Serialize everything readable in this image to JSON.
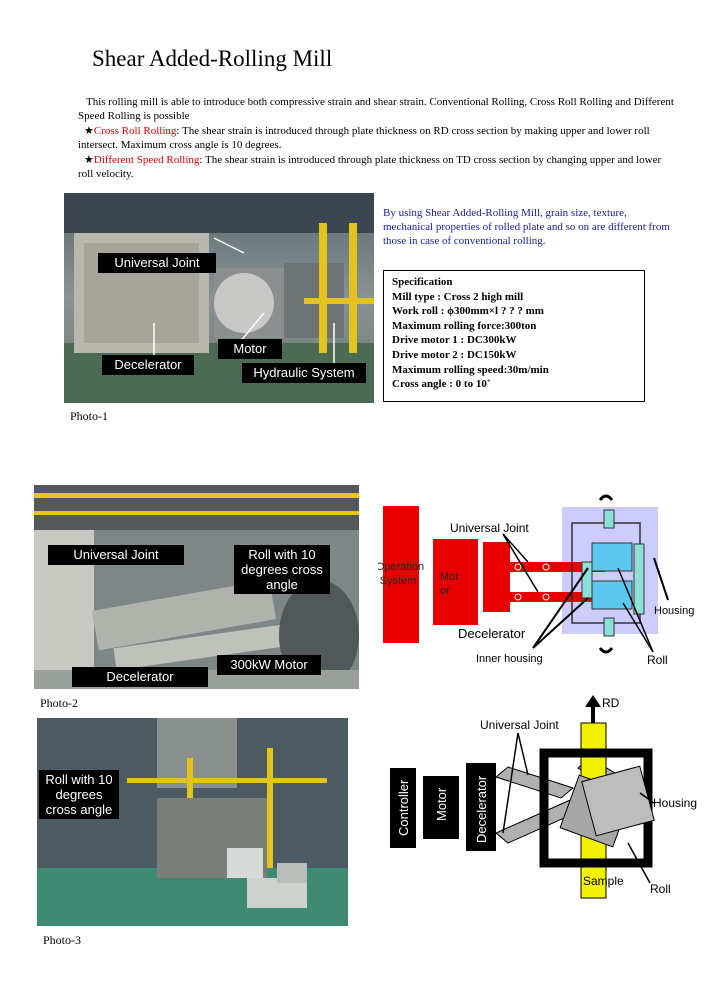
{
  "title": "Shear Added-Rolling Mill",
  "intro": "This rolling mill is able to introduce both compressive strain and shear strain.   Conventional Rolling, Cross Roll Rolling and Different Speed Rolling is possible",
  "cross_roll": {
    "star": "★",
    "term": "Cross Roll Rolling",
    "text": ": The shear strain is introduced through plate thickness on RD cross section by making upper and lower roll intersect.  Maximum cross angle is 10 degrees."
  },
  "diff_speed": {
    "star": "★",
    "term": "Different Speed Rolling",
    "text": ":  The shear strain is introduced through plate thickness on TD cross section by changing upper and lower roll velocity."
  },
  "side_note": "By using Shear Added-Rolling Mill, grain size, texture, mechanical properties of rolled plate and so on are different from those in case of conventional rolling.",
  "spec": {
    "heading": "Specification",
    "lines": [
      "Mill type : Cross 2 high mill",
      "Work roll : ϕ300mm×l ? ? ? mm",
      "Maximum rolling force:300ton",
      "Drive motor 1 : DC300kW",
      "Drive motor 2 : DC150kW",
      "Maximum rolling speed:30m/min",
      "Cross angle : 0 to 10˚"
    ]
  },
  "photo1": {
    "caption": "Photo-1",
    "labels": {
      "universal_joint": "Universal Joint",
      "decelerator": "Decelerator",
      "motor": "Motor",
      "hydraulic": "Hydraulic System"
    }
  },
  "photo2": {
    "caption": "Photo-2",
    "labels": {
      "universal_joint": "Universal Joint",
      "roll_angle": "Roll with 10 degrees cross angle",
      "motor": "300kW Motor",
      "decelerator": "Decelerator"
    }
  },
  "photo3": {
    "caption": "Photo-3",
    "labels": {
      "roll_angle": "Roll with 10 degrees cross angle"
    }
  },
  "diagram1": {
    "operation_system": "Operation System",
    "motor": "Motor",
    "universal_joint": "Universal Joint",
    "decelerator": "Decelerator",
    "inner_housing": "Inner housing",
    "housing": "Housing",
    "roll": "Roll"
  },
  "diagram2": {
    "controller": "Controller",
    "motor": "Motor",
    "decelerator": "Decelerator",
    "universal_joint": "Universal Joint",
    "rd": "RD",
    "housing": "Housing",
    "sample": "Sample",
    "roll": "Roll"
  },
  "colors": {
    "red": "#e60000",
    "blue_text": "#1a1a9a",
    "yellow": "#f2f200"
  }
}
